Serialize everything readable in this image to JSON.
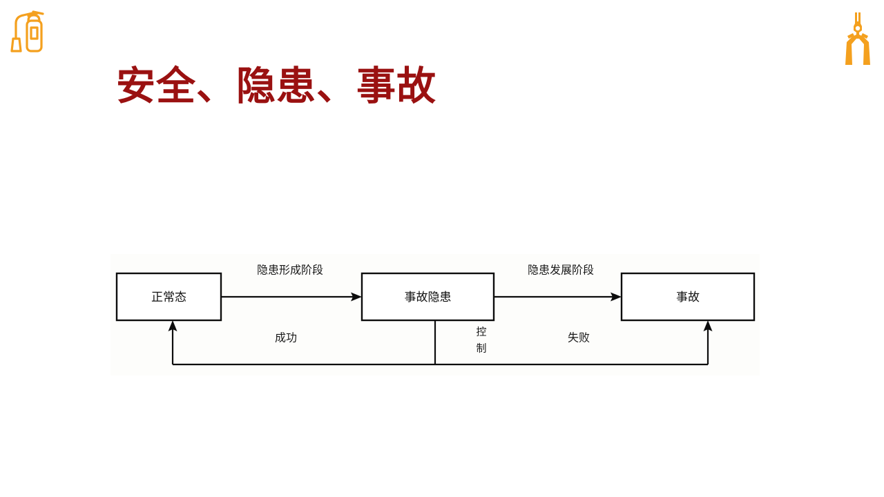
{
  "slide": {
    "title": "安全、隐患、事故",
    "title_color": "#9a1111",
    "background_color": "#ffffff"
  },
  "decorations": {
    "top_left_icon": "fire-extinguisher-icon",
    "top_right_icon": "pliers-icon",
    "icon_color": "#F4A01E"
  },
  "diagram": {
    "type": "flow",
    "nodes": [
      {
        "id": "normal",
        "label": "正常态"
      },
      {
        "id": "hazard",
        "label": "事故隐患"
      },
      {
        "id": "accident",
        "label": "事故"
      }
    ],
    "edges": [
      {
        "id": "e1",
        "from": "normal",
        "to": "hazard",
        "label": "隐患形成阶段"
      },
      {
        "id": "e2",
        "from": "hazard",
        "to": "accident",
        "label": "隐患发展阶段"
      },
      {
        "id": "e3",
        "from": "hazard",
        "to": "normal",
        "label": "成功"
      },
      {
        "id": "e4",
        "from": "hazard",
        "to": "accident",
        "label": "失败"
      }
    ],
    "control_label": {
      "text": "控制",
      "char_1": "控",
      "char_2": "制"
    }
  }
}
